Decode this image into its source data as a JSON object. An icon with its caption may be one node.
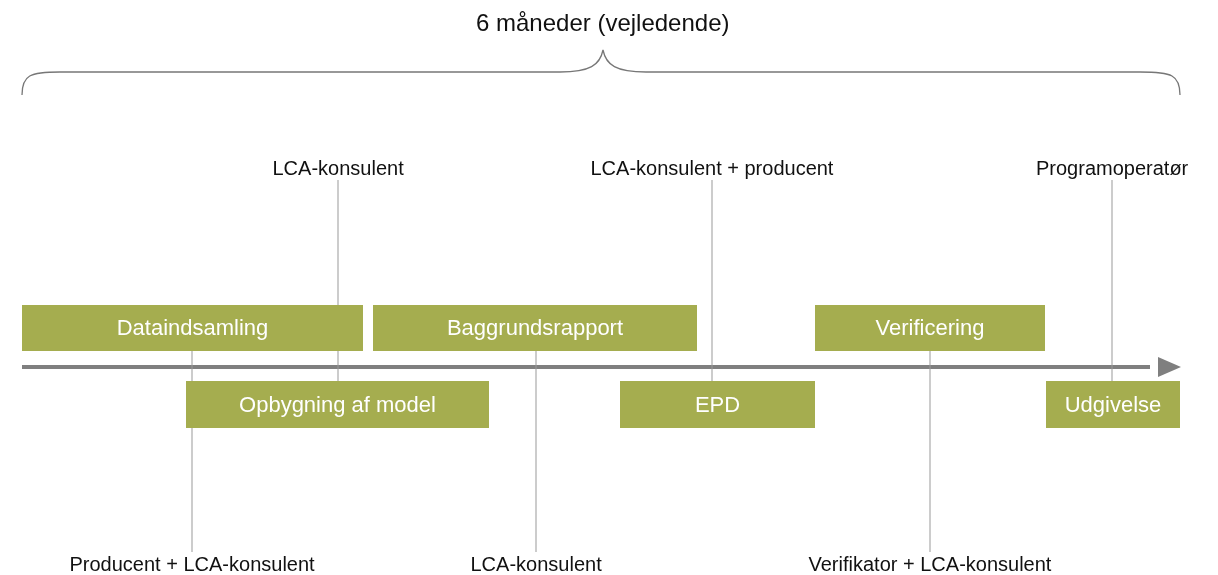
{
  "diagram": {
    "title": "6 måneder (vejledende)",
    "nodes": [
      {
        "text": [
          "Dataindsamling"
        ]
      },
      {
        "text": [
          "Baggrundsrapport"
        ]
      },
      {
        "text": [
          "Verificering"
        ]
      },
      {
        "text": [
          "Opbygning af model"
        ]
      },
      {
        "text": [
          "EPD"
        ]
      },
      {
        "text": [
          "Udgivelse"
        ]
      },
      {
        "text": [
          "LCA-konsulent"
        ]
      },
      {
        "text": [
          "LCA-konsulent + producent"
        ]
      },
      {
        "text": [
          "Programoperatør"
        ]
      },
      {
        "text": [
          "Producent + LCA-konsulent"
        ]
      },
      {
        "text": [
          "LCA-konsulent"
        ]
      },
      {
        "text": [
          "Verifikator + LCA-konsulent"
        ]
      }
    ],
    "edges": [
      {
        "from": 6,
        "to": 3,
        "arrow": "none"
      },
      {
        "from": 7,
        "to": 4,
        "arrow": "none"
      },
      {
        "from": 8,
        "to": 5,
        "arrow": "none"
      },
      {
        "from": 9,
        "to": 0,
        "arrow": "none"
      },
      {
        "from": 10,
        "to": 1,
        "arrow": "none"
      },
      {
        "from": 11,
        "to": 2,
        "arrow": "none"
      }
    ]
  }
}
